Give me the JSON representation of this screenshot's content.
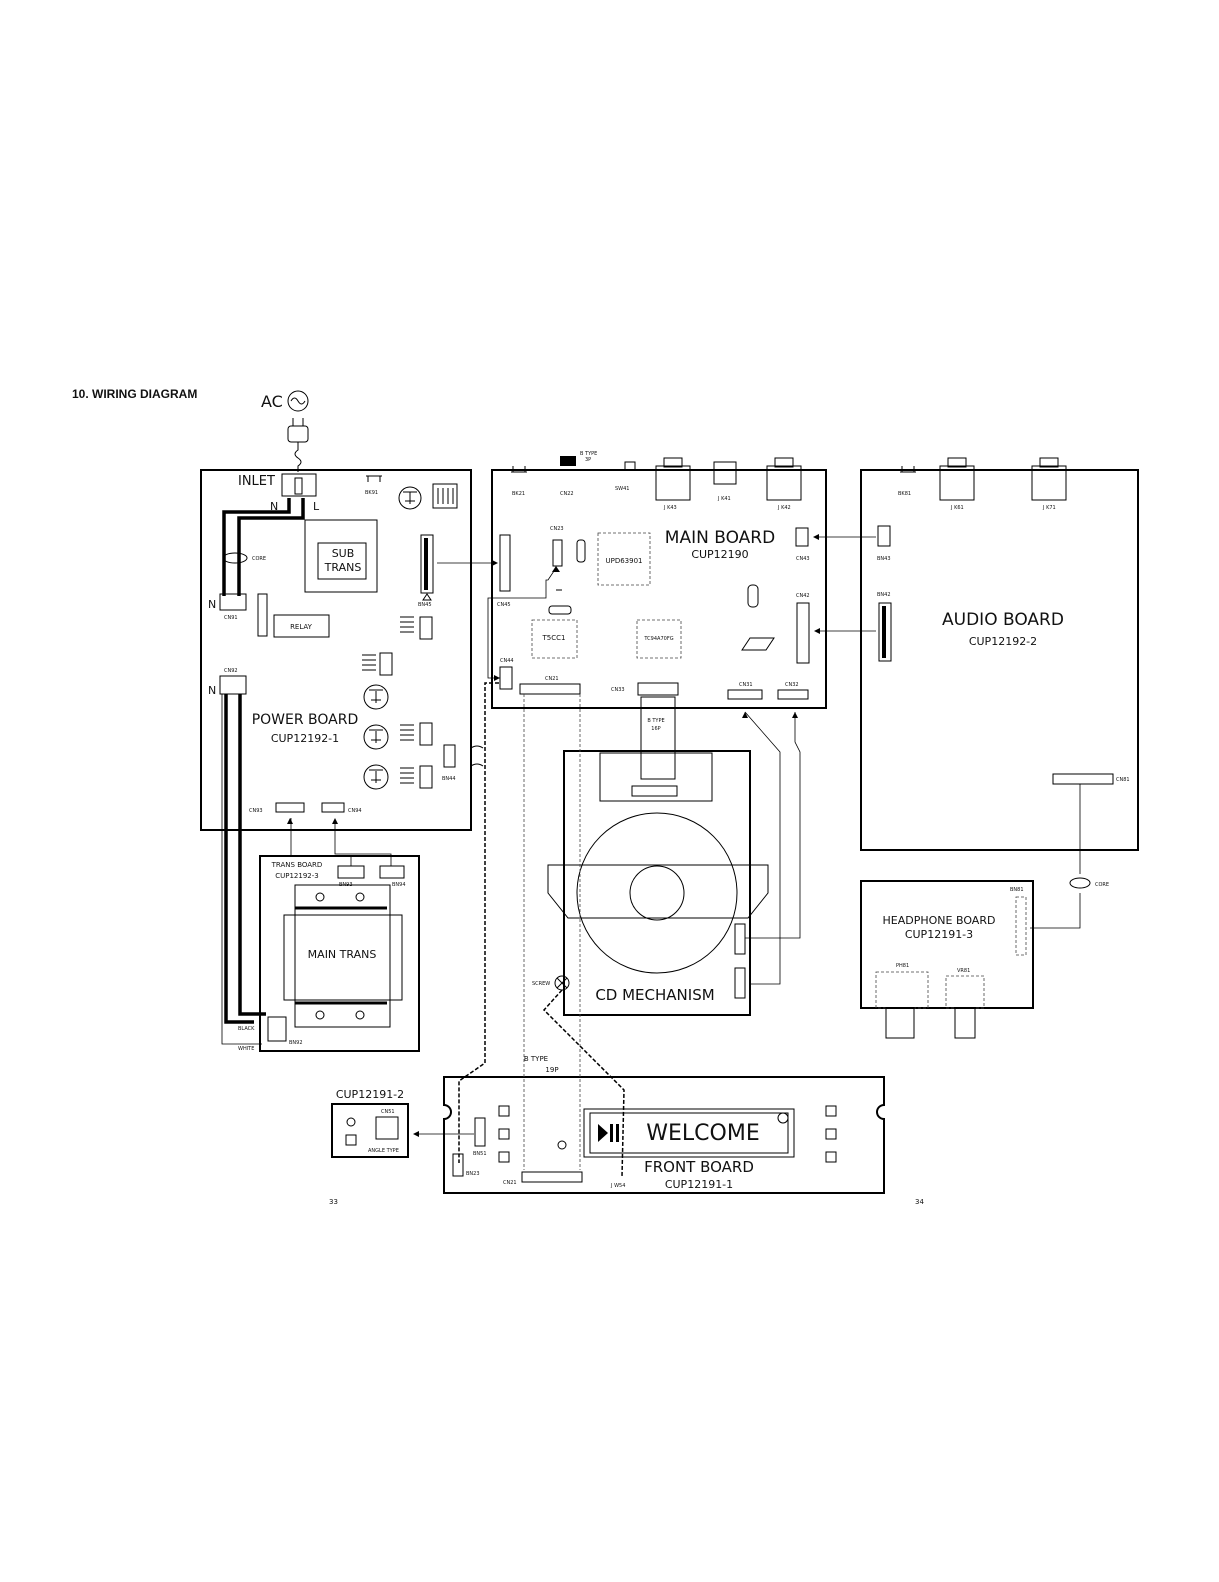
{
  "title": "10. WIRING DIAGRAM",
  "ac_label": "AC",
  "inlet_label": "INLET",
  "n_label": "N",
  "l_label": "L",
  "power_board": {
    "name": "POWER BOARD",
    "part": "CUP12192-1"
  },
  "sub_trans": [
    "SUB",
    "TRANS"
  ],
  "relay_label": "RELAY",
  "core_label": "CORE",
  "trans_board": {
    "name": "TRANS BOARD",
    "part": "CUP12192-3"
  },
  "main_trans_label": "MAIN TRANS",
  "wire_black": "BLACK",
  "wire_white": "WHITE",
  "main_board": {
    "name": "MAIN BOARD",
    "part": "CUP12190"
  },
  "ic_labels": {
    "upd": "UPD63901",
    "t5cc1": "T5CC1",
    "tc94": "TC94A70FG"
  },
  "audio_board": {
    "name": "AUDIO BOARD",
    "part": "CUP12192-2"
  },
  "headphone_board": {
    "name": "HEADPHONE BOARD",
    "part": "CUP12191-3"
  },
  "cd_mechanism": "CD MECHANISM",
  "screw_label": "SCREW",
  "btype_16p": [
    "B TYPE",
    "16P"
  ],
  "btype_19p": [
    "B TYPE",
    "19P"
  ],
  "btype_top": [
    "B TYPE",
    "3P"
  ],
  "angle_type": "ANGLE TYPE",
  "front_board": {
    "name": "FRONT BOARD",
    "part": "CUP12191-1",
    "display": "WELCOME"
  },
  "small_board_part": "CUP12191-2",
  "connectors": {
    "bk91": "BK91",
    "bn45": "BN45",
    "cn91": "CN91",
    "cn92": "CN92",
    "bn44": "BN44",
    "cn93": "CN93",
    "cn94": "CN94",
    "bn93": "BN93",
    "bn94": "BN94",
    "bn92": "BN92",
    "bk21": "BK21",
    "cn22": "CN22",
    "sw41": "SW41",
    "jk43": "J K43",
    "jk41": "J K41",
    "jk42": "J K42",
    "cn23": "CN23",
    "cn43": "CN43",
    "cn45": "CN45",
    "cn42": "CN42",
    "cn44": "CN44",
    "cn21": "CN21",
    "cn33": "CN33",
    "cn31": "CN31",
    "cn32": "CN32",
    "bk81": "BK81",
    "jk61": "J K61",
    "jk71": "J K71",
    "bn43": "BN43",
    "bn42": "BN42",
    "cn81": "CN81",
    "bn81": "BN81",
    "ph81": "PH81",
    "vr81": "VR81",
    "cn51": "CN51",
    "bn51": "BN51",
    "bn23": "BN23",
    "fcn21": "CN21",
    "jw54": "J W54"
  },
  "page_left": "33",
  "page_right": "34"
}
